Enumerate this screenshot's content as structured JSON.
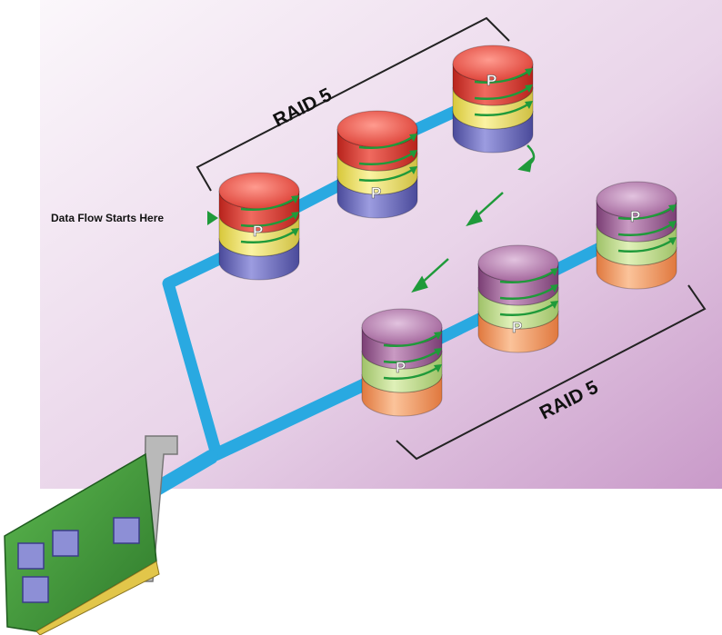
{
  "labels": {
    "raid_top": "RAID 5",
    "raid_bottom": "RAID 5",
    "data_flow": "Data Flow Starts Here",
    "parity": "P"
  },
  "colors": {
    "background_top": "#f7f2f9",
    "background_bottom": "#cfa3cf",
    "cable": "#29a9e1",
    "arrow": "#1f9a3a",
    "card": "#3f9a3a",
    "red_disk": "#e8453b",
    "purple_disk": "#a8659e"
  },
  "arrays": [
    {
      "name": "top-array",
      "label_key": "raid_top",
      "disks": [
        {
          "id": "disk-1",
          "top_color": "red",
          "parity_position": "middle"
        },
        {
          "id": "disk-2",
          "top_color": "red",
          "parity_position": "bottom"
        },
        {
          "id": "disk-3",
          "top_color": "red",
          "parity_position": "top"
        }
      ]
    },
    {
      "name": "bottom-array",
      "label_key": "raid_bottom",
      "disks": [
        {
          "id": "disk-4",
          "top_color": "purple",
          "parity_position": "middle"
        },
        {
          "id": "disk-5",
          "top_color": "purple",
          "parity_position": "bottom"
        },
        {
          "id": "disk-6",
          "top_color": "purple",
          "parity_position": "top"
        }
      ]
    }
  ]
}
